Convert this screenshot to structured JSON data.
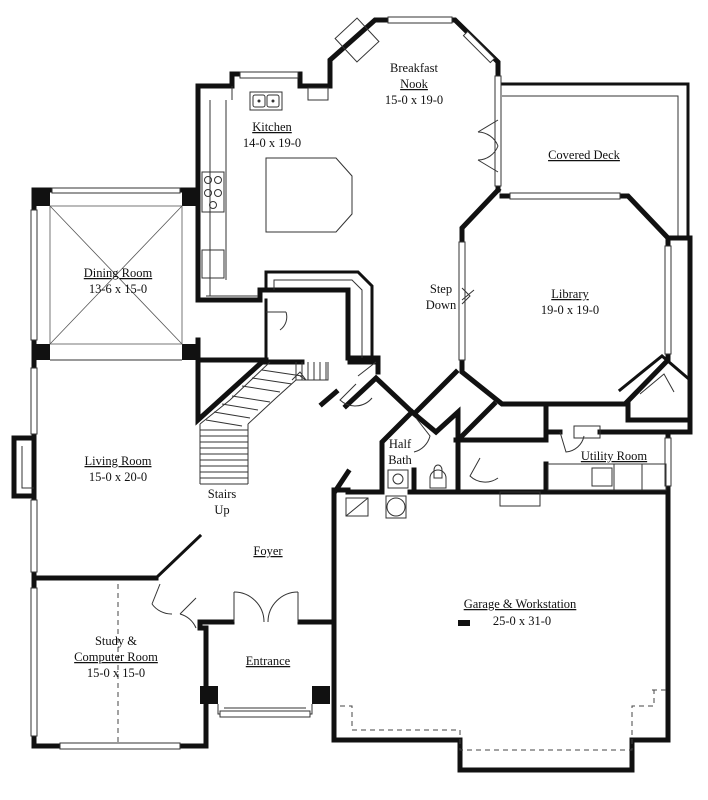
{
  "plan": {
    "rooms": [
      {
        "id": "breakfast",
        "name_line1": "Breakfast",
        "name_line2": "Nook",
        "dims": "15-0 x 19-0"
      },
      {
        "id": "kitchen",
        "name": "Kitchen",
        "dims": "14-0 x 19-0"
      },
      {
        "id": "covered-deck",
        "name": "Covered Deck"
      },
      {
        "id": "dining",
        "name": "Dining Room",
        "dims": "13-6 x 15-0"
      },
      {
        "id": "step-down",
        "name_line1": "Step",
        "name_line2": "Down"
      },
      {
        "id": "library",
        "name": "Library",
        "dims": "19-0 x 19-0"
      },
      {
        "id": "living",
        "name": "Living Room",
        "dims": "15-0 x 20-0"
      },
      {
        "id": "half-bath",
        "name_line1": "Half",
        "name_line2": "Bath"
      },
      {
        "id": "utility",
        "name": "Utility Room"
      },
      {
        "id": "stairs",
        "name_line1": "Stairs",
        "name_line2": "Up"
      },
      {
        "id": "foyer",
        "name": "Foyer"
      },
      {
        "id": "garage",
        "name": "Garage & Workstation",
        "dims": "25-0 x 31-0"
      },
      {
        "id": "study",
        "name_line1": "Study &",
        "name_line2": "Computer Room",
        "dims": "15-0 x 15-0"
      },
      {
        "id": "entrance",
        "name": "Entrance"
      }
    ]
  },
  "colors": {
    "wall": "#111111",
    "background": "#ffffff",
    "detail": "#333333"
  }
}
